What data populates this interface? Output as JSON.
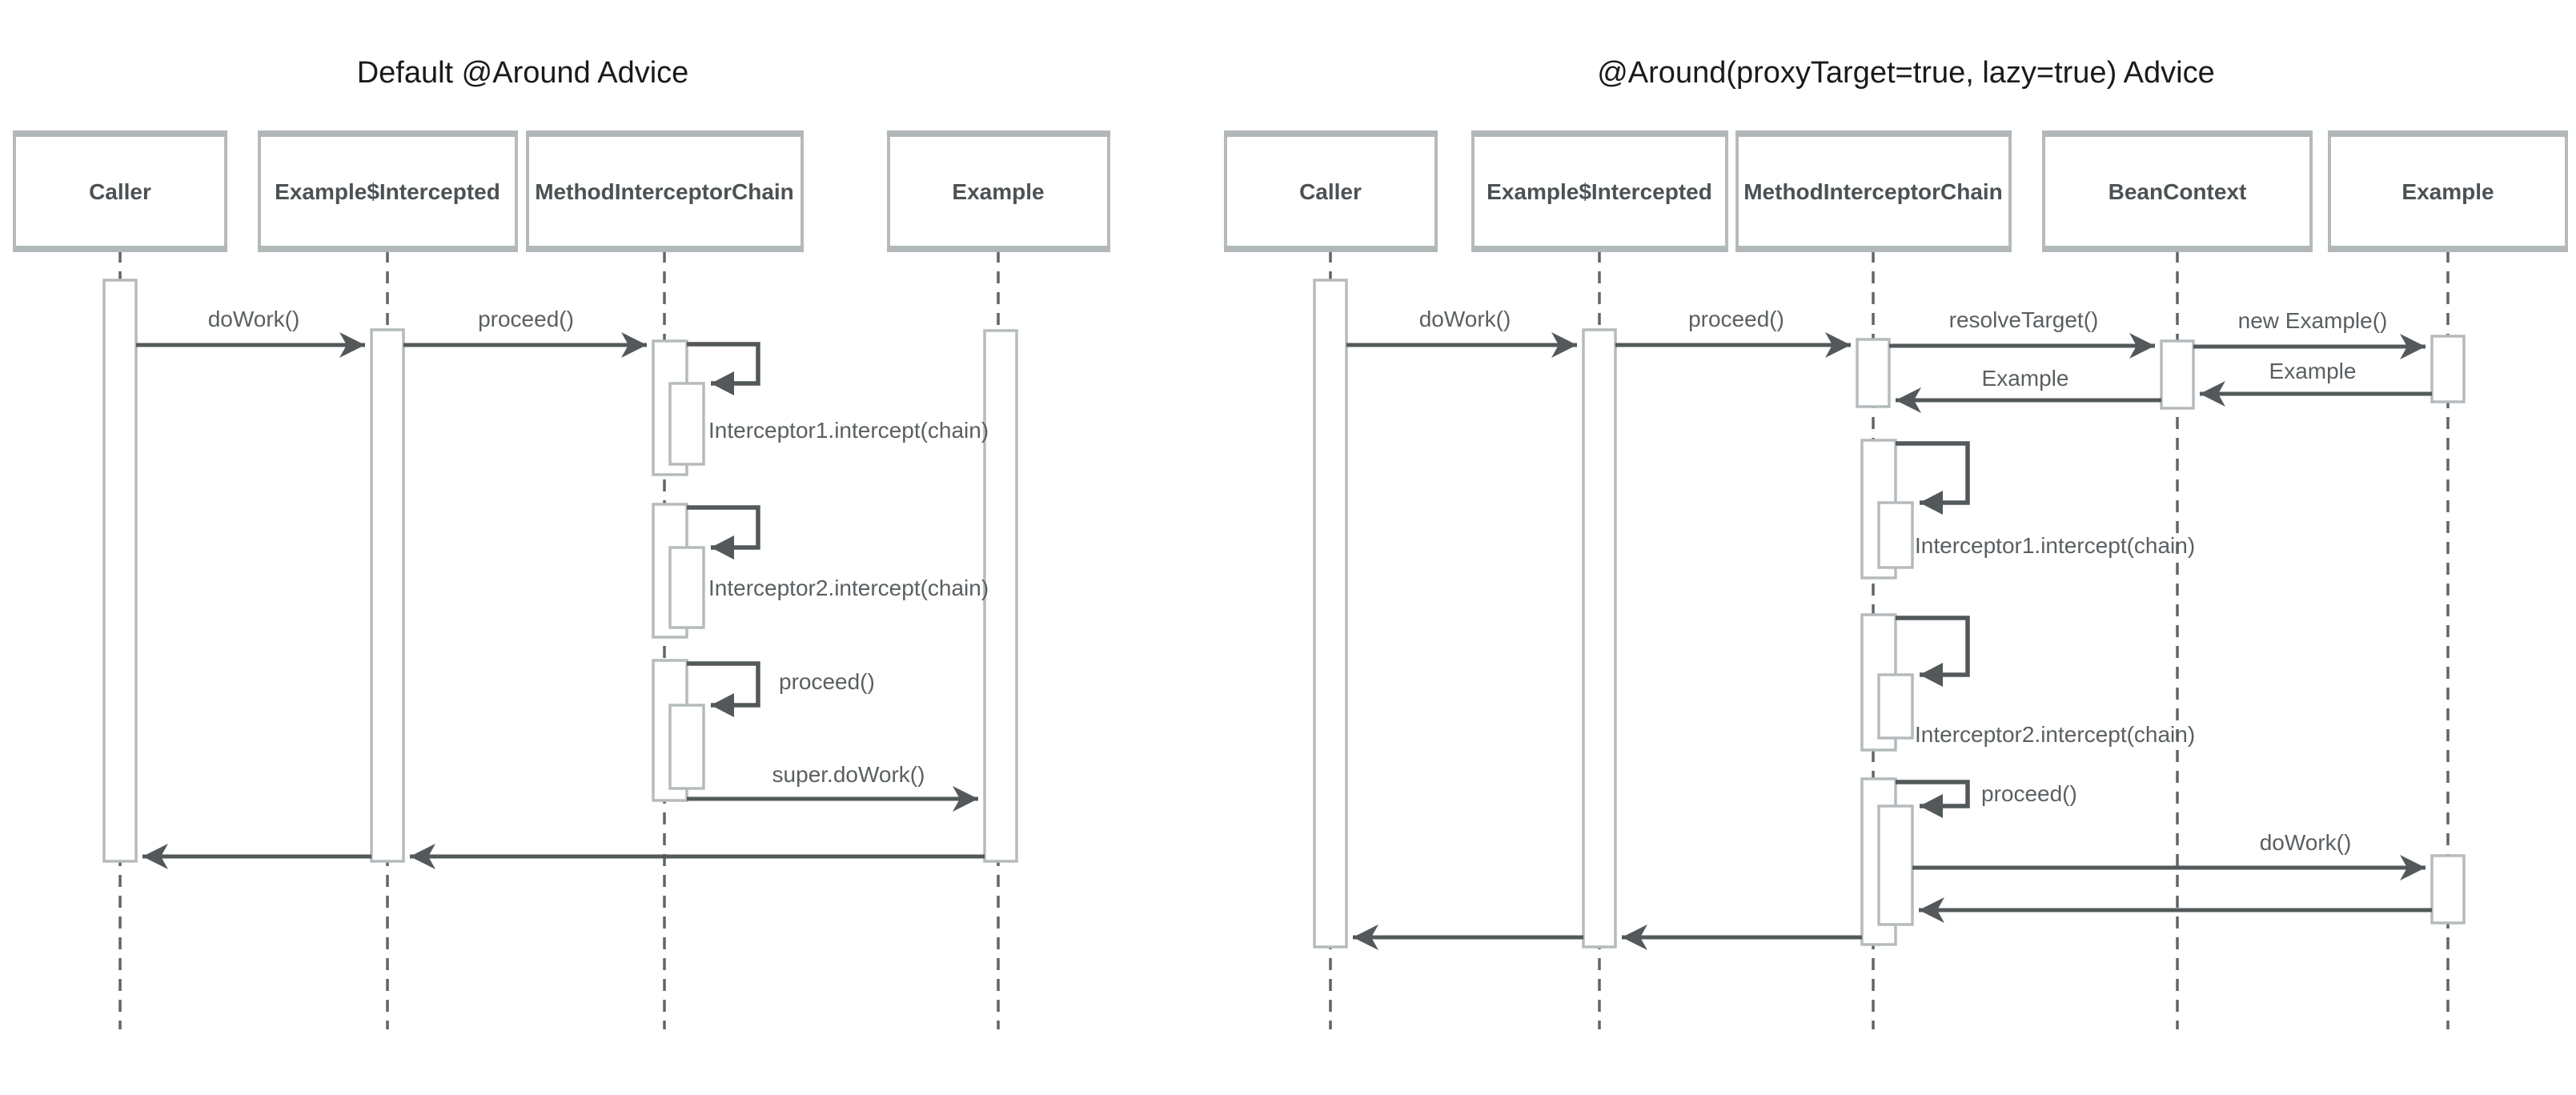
{
  "left": {
    "title": "Default @Around Advice",
    "actors": [
      "Caller",
      "Example$Intercepted",
      "MethodInterceptorChain",
      "Example"
    ],
    "messages": {
      "do_work": "doWork()",
      "proceed": "proceed()",
      "interceptor1": "Interceptor1.intercept(chain)",
      "interceptor2": "Interceptor2.intercept(chain)",
      "proceed_self": "proceed()",
      "super_do_work": "super.doWork()"
    }
  },
  "right": {
    "title": "@Around(proxyTarget=true, lazy=true) Advice",
    "actors": [
      "Caller",
      "Example$Intercepted",
      "MethodInterceptorChain",
      "BeanContext",
      "Example"
    ],
    "messages": {
      "do_work": "doWork()",
      "proceed": "proceed()",
      "resolve_target": "resolveTarget()",
      "new_example": "new Example()",
      "return_example_1": "Example",
      "return_example_2": "Example",
      "interceptor1": "Interceptor1.intercept(chain)",
      "interceptor2": "Interceptor2.intercept(chain)",
      "proceed_self": "proceed()",
      "do_work_target": "doWork()"
    }
  },
  "colors": {
    "line_dark": "#53585a",
    "border_light": "#b5bbbd",
    "lifeline": "#5f6568",
    "label_text": "#5a5f62",
    "actor_text": "#4c5154",
    "title_text": "#1a1a1a",
    "background": "#ffffff"
  }
}
